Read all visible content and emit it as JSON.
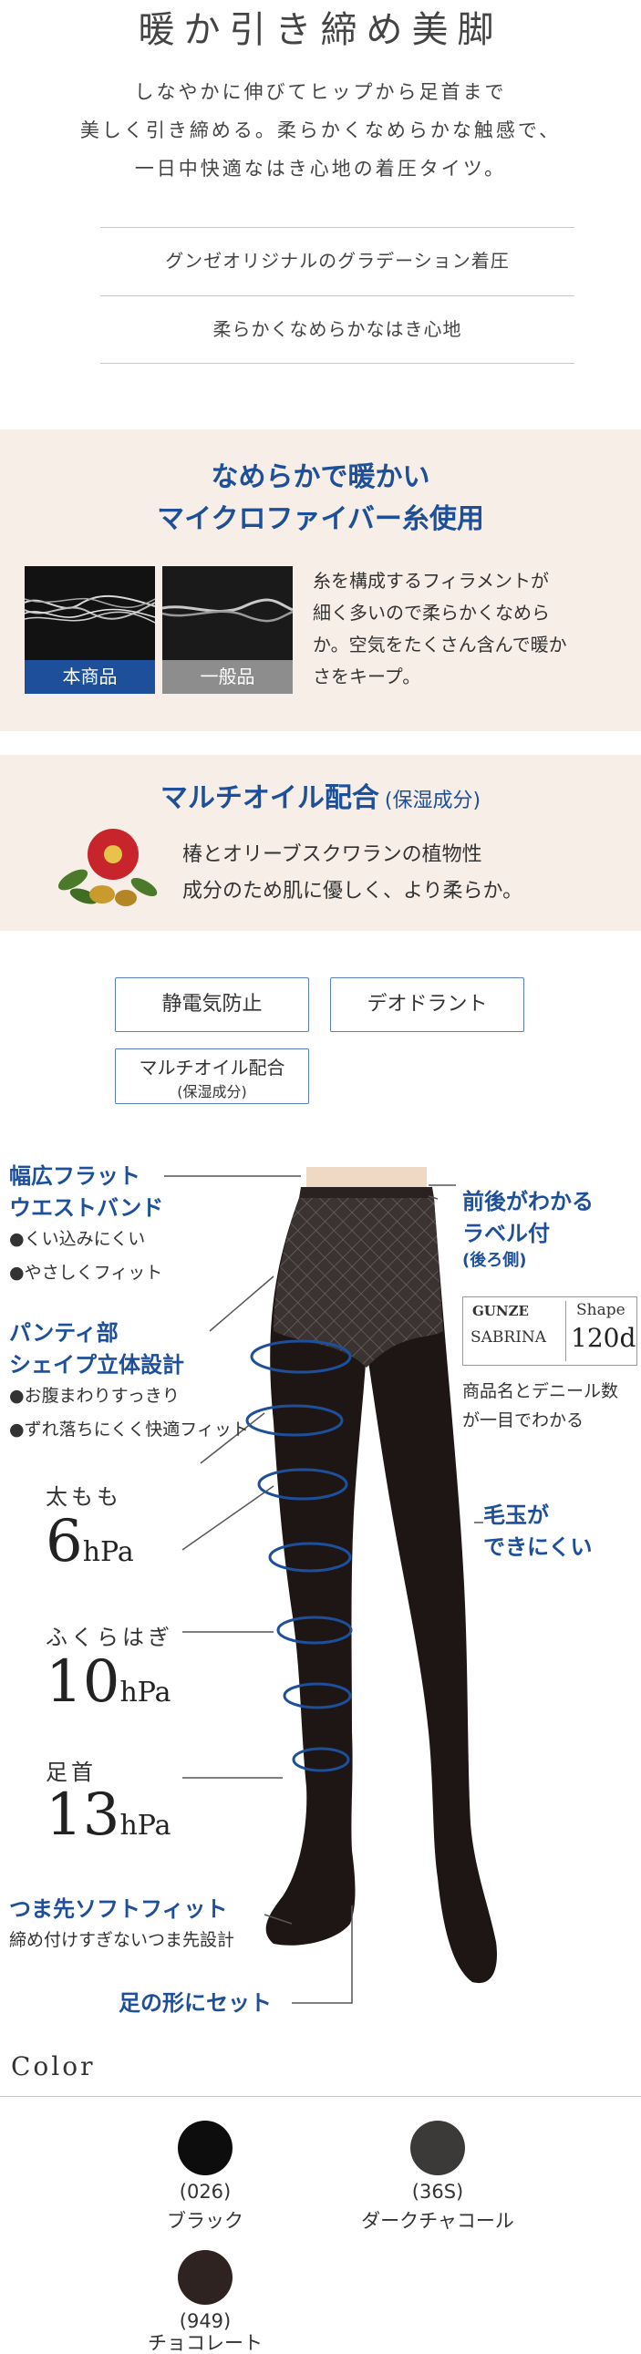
{
  "header": {
    "title": "暖か引き締め美脚",
    "intro_lines": [
      "しなやかに伸びてヒップから足首まで",
      "美しく引き締める。柔らかくなめらかな触感で、",
      "一日中快適なはき心地の着圧タイツ。"
    ]
  },
  "features": [
    "グンゼオリジナルのグラデーション着圧",
    "柔らかくなめらかなはき心地"
  ],
  "microfiber": {
    "title_line1": "なめらかで暖かい",
    "title_line2": "マイクロファイバー糸使用",
    "label_this": "本商品",
    "label_general": "一般品",
    "desc_lines": [
      "糸を構成するフィラメントが",
      "細く多いので柔らかくなめら",
      "か。空気をたくさん含んで暖か",
      "さをキープ。"
    ]
  },
  "multioil": {
    "title": "マルチオイル配合",
    "title_sub": "(保湿成分)",
    "desc_lines": [
      "椿とオリーブスクワランの植物性",
      "成分のため肌に優しく、より柔らか。"
    ]
  },
  "tags": {
    "antistatic": "静電気防止",
    "deodorant": "デオドラント",
    "multioil_line1": "マルチオイル配合",
    "multioil_line2": "(保湿成分)"
  },
  "diagram": {
    "waist_title_1": "幅広フラット",
    "waist_title_2": "ウエストバンド",
    "waist_pts": [
      "●くい込みにくい",
      "●やさしくフィット"
    ],
    "panty_title_1": "パンティ部",
    "panty_title_2": "シェイプ立体設計",
    "panty_pts": [
      "●お腹まわりすっきり",
      "●ずれ落ちにくく快適フィット"
    ],
    "thigh_label": "太もも",
    "thigh_value": "6",
    "calf_label": "ふくらはぎ",
    "calf_value": "10",
    "ankle_label": "足首",
    "ankle_value": "13",
    "unit": "hPa",
    "toe_title": "つま先ソフトフィット",
    "toe_desc": "締め付けすぎないつま先設計",
    "foot_title": "足の形にセット",
    "label_title_1": "前後がわかる",
    "label_title_2": "ラベル付",
    "label_sub": "(後ろ側)",
    "brand": "GUNZE",
    "brand_line": "SABRINA",
    "shape": "Shape",
    "denier": "120d",
    "label_desc_1": "商品名とデニール数",
    "label_desc_2": "が一目でわかる",
    "pill_1": "毛玉が",
    "pill_2": "できにくい"
  },
  "colors": {
    "heading": "Color",
    "items": [
      {
        "code": "(026)",
        "name": "ブラック",
        "hex": "#0d0d0d"
      },
      {
        "code": "(36S)",
        "name": "ダークチャコール",
        "hex": "#3b3a38"
      },
      {
        "code": "(949)",
        "name": "チョコレート",
        "hex": "#2f2322"
      }
    ]
  },
  "theme": {
    "accent": "#1d4f9a",
    "beige": "#f7efe7",
    "tights": "#1e1615"
  }
}
